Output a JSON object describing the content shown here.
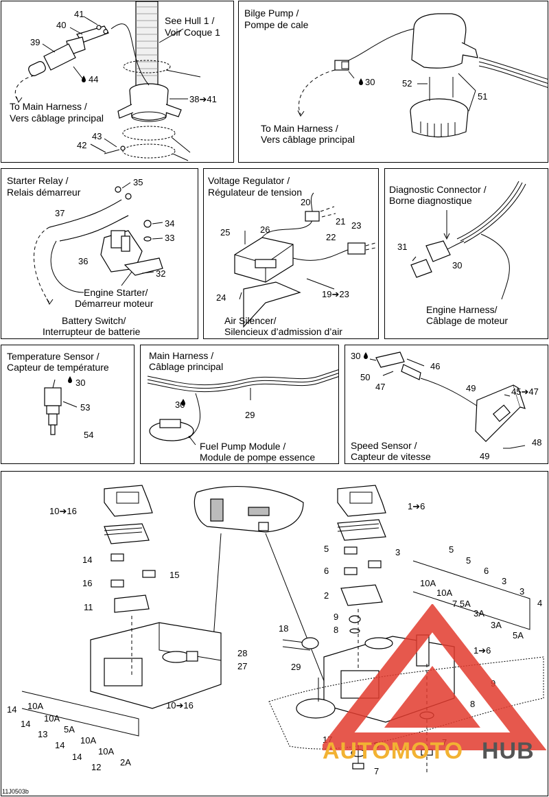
{
  "panels": {
    "hull_wiring": {
      "see_hull": [
        "See Hull 1 /",
        "Voir Coque 1"
      ],
      "to_main": [
        "To Main Harness /",
        "Vers câblage principal"
      ],
      "callouts": [
        "41",
        "40",
        "39",
        "44",
        "38➔41",
        "43",
        "42"
      ]
    },
    "bilge_pump": {
      "title": [
        "Bilge Pump /",
        "Pompe de cale"
      ],
      "to_main": [
        "To Main Harness /",
        "Vers câblage principal"
      ],
      "callouts": [
        "30",
        "52",
        "51"
      ]
    },
    "starter_relay": {
      "title": [
        "Starter Relay /",
        "Relais démarreur"
      ],
      "engine_starter": [
        "Engine Starter/",
        "Démarreur moteur"
      ],
      "battery_switch": [
        "Battery Switch/",
        "Interrupteur de batterie"
      ],
      "callouts": [
        "35",
        "37",
        "34",
        "33",
        "36",
        "32"
      ]
    },
    "voltage_regulator": {
      "title": [
        "Voltage Regulator /",
        "Régulateur de tension"
      ],
      "air_silencer": [
        "Air Silencer/",
        "Silencieux d’admission d’air"
      ],
      "callouts": [
        "20",
        "21",
        "23",
        "25",
        "26",
        "22",
        "24",
        "19➔23"
      ]
    },
    "diagnostic": {
      "title": [
        "Diagnostic Connector /",
        "Borne diagnostique"
      ],
      "engine_harness": [
        "Engine Harness/",
        "Câblage de moteur"
      ],
      "callouts": [
        "31",
        "30"
      ]
    },
    "temperature": {
      "title": [
        "Temperature Sensor /",
        "Capteur de température"
      ],
      "callouts": [
        "30",
        "53",
        "54"
      ]
    },
    "main_harness": {
      "title": [
        "Main Harness /",
        "Câblage principal"
      ],
      "fuel_pump": [
        "Fuel Pump Module /",
        "Module de pompe essence"
      ],
      "callouts": [
        "30",
        "29"
      ]
    },
    "speed_sensor": {
      "title": [
        "Speed Sensor /",
        "Capteur de vitesse"
      ],
      "callouts": [
        "30",
        "46",
        "50",
        "47",
        "49",
        "45➔47",
        "48",
        "49"
      ]
    },
    "fuse_boxes": {
      "left_callouts": [
        "10➔16",
        "14",
        "15",
        "16",
        "11",
        "28",
        "27",
        "10➔16"
      ],
      "left_fuses": [
        {
          "num": "14",
          "amp": "10A"
        },
        {
          "num": "14",
          "amp": "10A"
        },
        {
          "num": "13",
          "amp": "5A"
        },
        {
          "num": "14",
          "amp": "10A"
        },
        {
          "num": "14",
          "amp": "10A"
        },
        {
          "num": "12",
          "amp": "2A"
        }
      ],
      "right_callouts": [
        "1➔6",
        "5",
        "3",
        "6",
        "2",
        "9",
        "8",
        "18",
        "29",
        "1➔6",
        "9",
        "8",
        "17",
        "7",
        "8",
        "7"
      ],
      "right_fuses": [
        {
          "num": "5",
          "amp": "10A"
        },
        {
          "num": "5",
          "amp": "10A"
        },
        {
          "num": "6",
          "amp": "7.5A"
        },
        {
          "num": "3",
          "amp": "3A"
        },
        {
          "num": "3",
          "amp": "3A"
        },
        {
          "num": "4",
          "amp": "5A"
        }
      ]
    }
  },
  "watermark": {
    "part1": "AUTOMOTO",
    "part2": "HUB",
    "color_red": "#e23b2e",
    "color_gold": "#f2b233",
    "color_dark": "#555555"
  },
  "footer_code": "11J0503b",
  "colors": {
    "line": "#000000",
    "background": "#ffffff"
  }
}
